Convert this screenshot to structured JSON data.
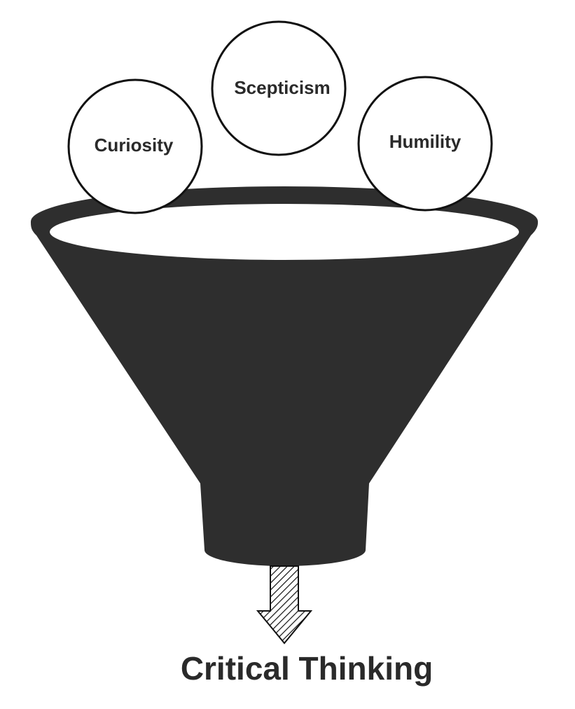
{
  "inputs": [
    {
      "label": "Curiosity"
    },
    {
      "label": "Scepticism"
    },
    {
      "label": "Humility"
    }
  ],
  "output": {
    "label": "Critical Thinking"
  },
  "colors": {
    "funnel": "#2e2e2e",
    "outline": "#111111",
    "background": "#ffffff",
    "text": "#2a2a2a"
  }
}
